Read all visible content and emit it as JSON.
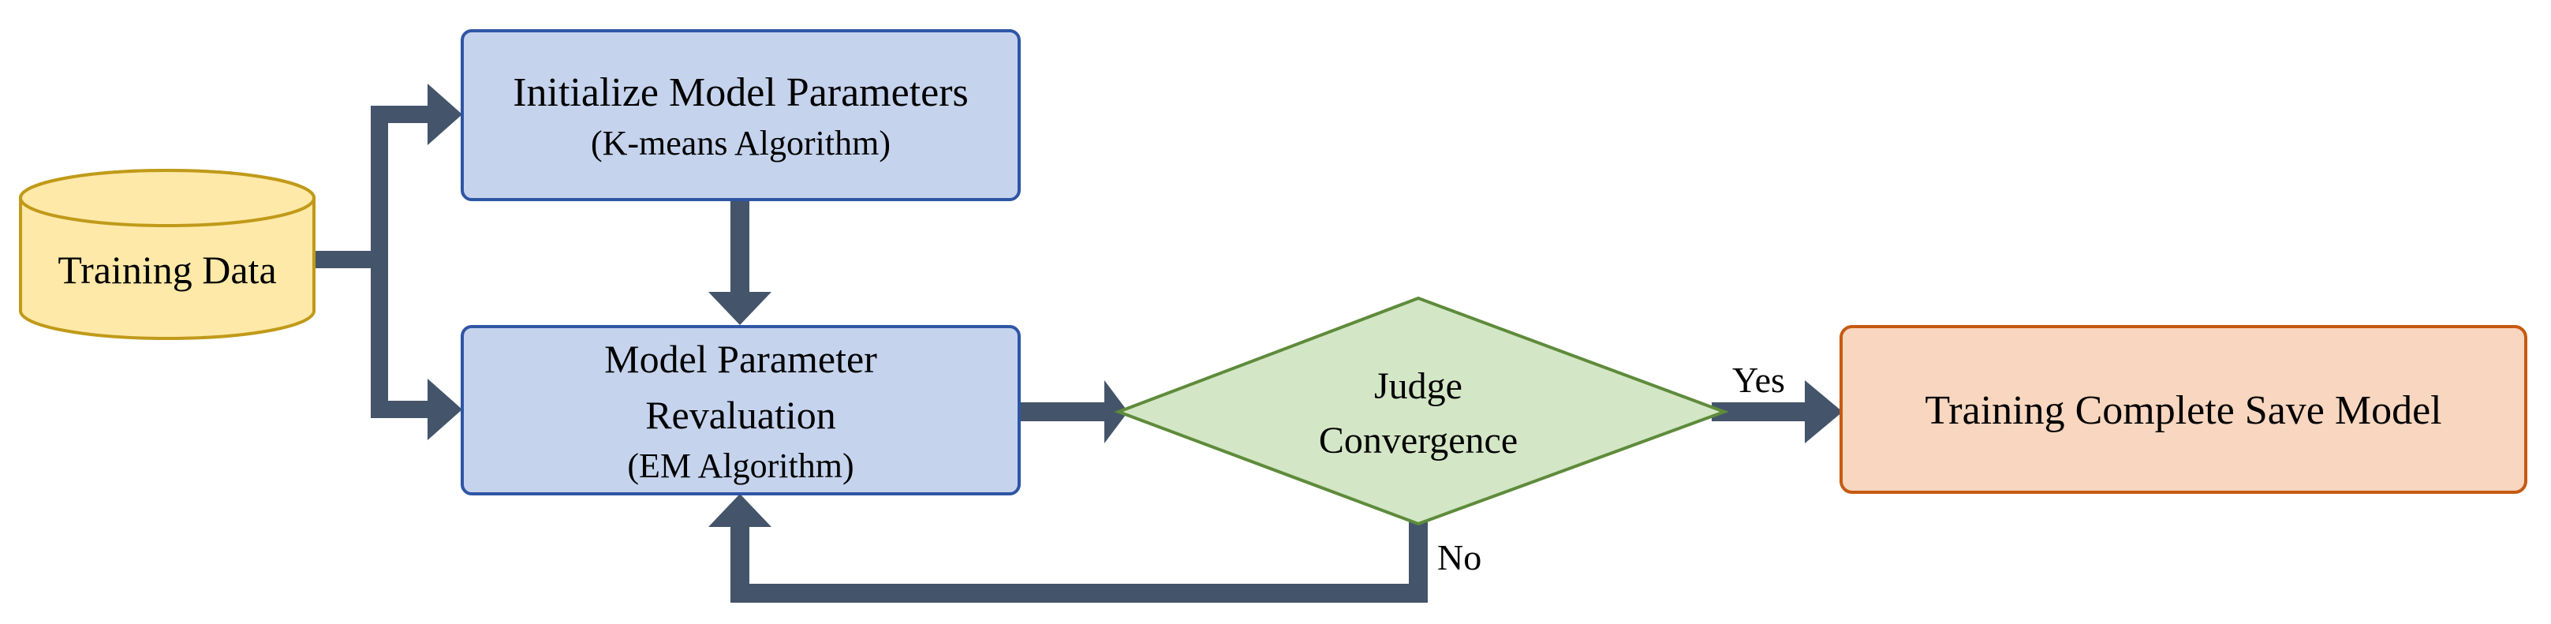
{
  "colors": {
    "arrow": "#44546a",
    "process_fill": "#c5d3ed",
    "process_stroke": "#2f55a4",
    "data_fill": "#ffe9a8",
    "data_stroke": "#c09a19",
    "decision_fill": "#d3e6c5",
    "decision_stroke": "#5e8b3b",
    "end_fill": "#f8d6bf",
    "end_stroke": "#c55a11"
  },
  "nodes": {
    "training_data": {
      "label": "Training Data"
    },
    "initialize": {
      "title": "Initialize Model Parameters",
      "subtitle": "(K-means Algorithm)"
    },
    "reevaluation": {
      "line1": "Model Parameter",
      "line2": "Revaluation",
      "subtitle": "(EM Algorithm)"
    },
    "judge": {
      "line1": "Judge",
      "line2": "Convergence"
    },
    "complete": {
      "label": "Training Complete Save Model"
    }
  },
  "edges": {
    "yes_label": "Yes",
    "no_label": "No"
  }
}
